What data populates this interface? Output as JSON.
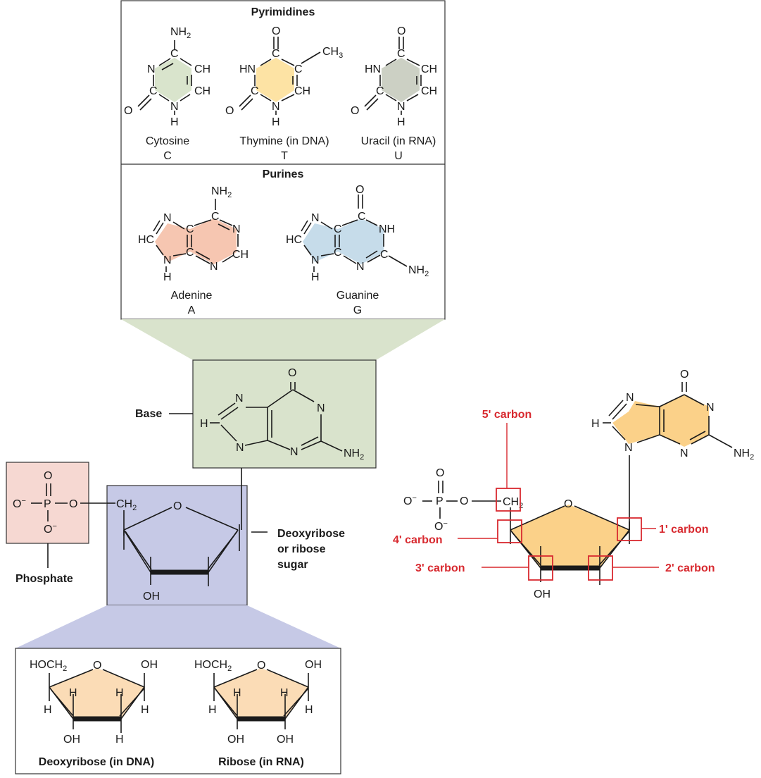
{
  "pyrimidines": {
    "title": "Pyrimidines",
    "cytosine": {
      "name": "Cytosine",
      "letter": "C"
    },
    "thymine": {
      "name": "Thymine (in DNA)",
      "letter": "T"
    },
    "uracil": {
      "name": "Uracil (in RNA)",
      "letter": "U"
    }
  },
  "purines": {
    "title": "Purines",
    "adenine": {
      "name": "Adenine",
      "letter": "A"
    },
    "guanine": {
      "name": "Guanine",
      "letter": "G"
    }
  },
  "nucleotide": {
    "base_label": "Base",
    "sugar_label": [
      "Deoxyribose",
      "or ribose",
      "sugar"
    ],
    "phosphate_label": "Phosphate"
  },
  "sugars": {
    "deoxyribose": "Deoxyribose (in DNA)",
    "ribose": "Ribose (in RNA)"
  },
  "carbons": {
    "c5": "5' carbon",
    "c4": "4' carbon",
    "c3": "3' carbon",
    "c2": "2' carbon",
    "c1": "1' carbon"
  },
  "colors": {
    "cytosine": "#d9e4cc",
    "thymine": "#fde3a4",
    "uracil": "#ccd0c4",
    "adenine": "#f6c6b1",
    "guanine": "#c6dcea",
    "base_box": "#d9e3cc",
    "sugar_box": "#c6c9e6",
    "phosphate_box": "#f6d8d2",
    "sugar_fill": "#fbdcb6",
    "nucleotide_fill": "#fbd189",
    "accent_red": "#d8292f"
  }
}
